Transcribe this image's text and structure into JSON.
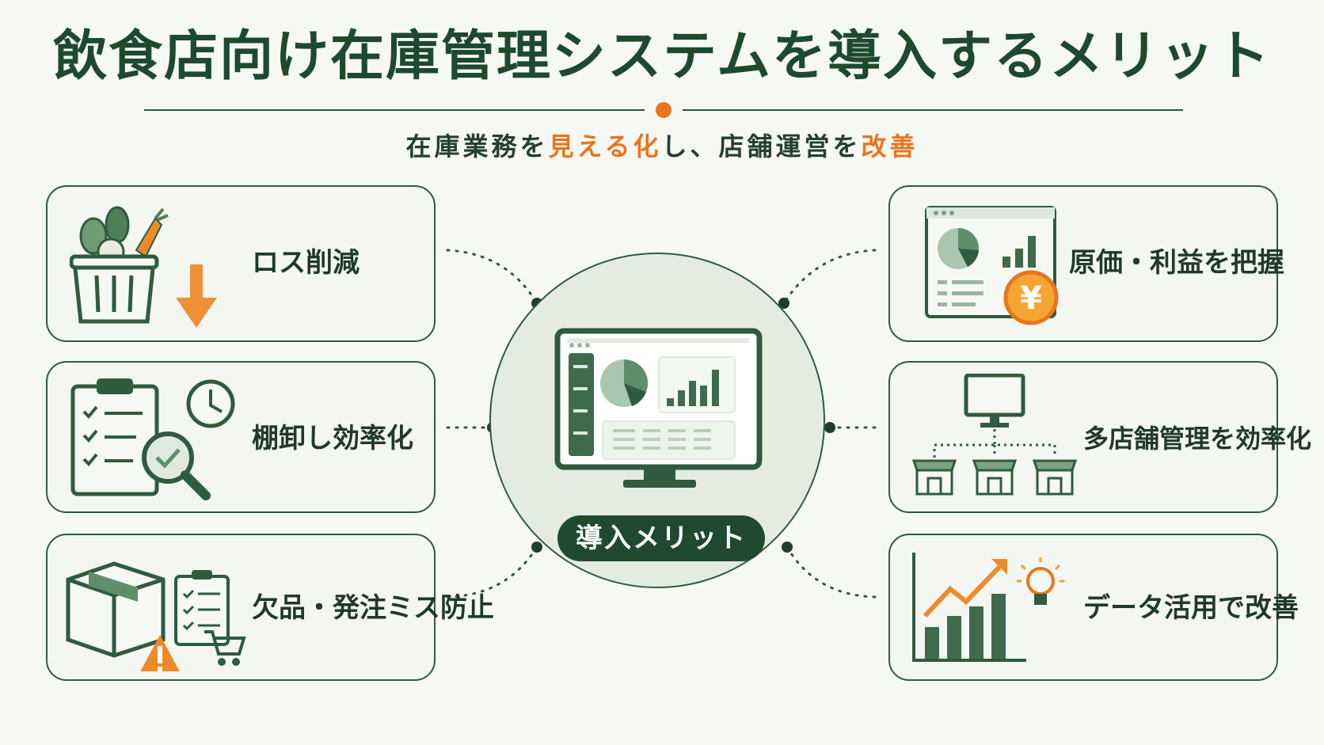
{
  "title": "飲食店向け在庫管理システムを導入するメリット",
  "subtitle": {
    "part1": "在庫業務を",
    "highlight1": "見える化",
    "part2": "し、店舗運営を",
    "highlight2": "改善"
  },
  "hub": {
    "label": "導入メリット"
  },
  "left_cards": [
    {
      "label": "ロス削減",
      "icon": "vegetable-basket-down-arrow-icon"
    },
    {
      "label": "棚卸し効率化",
      "icon": "clipboard-magnifier-clock-icon"
    },
    {
      "label": "欠品・発注ミス防止",
      "icon": "box-warning-checklist-cart-icon"
    }
  ],
  "right_cards": [
    {
      "label": "原価・利益を把握",
      "icon": "dashboard-yen-coin-icon"
    },
    {
      "label": "多店舗管理を効率化",
      "icon": "monitor-stores-network-icon"
    },
    {
      "label": "データ活用で改善",
      "icon": "growth-chart-lightbulb-icon"
    }
  ],
  "colors": {
    "primary_green": "#1f4a30",
    "accent_orange": "#e8761d",
    "background": "#f6f8f4",
    "card_border": "#2f5b3f"
  }
}
